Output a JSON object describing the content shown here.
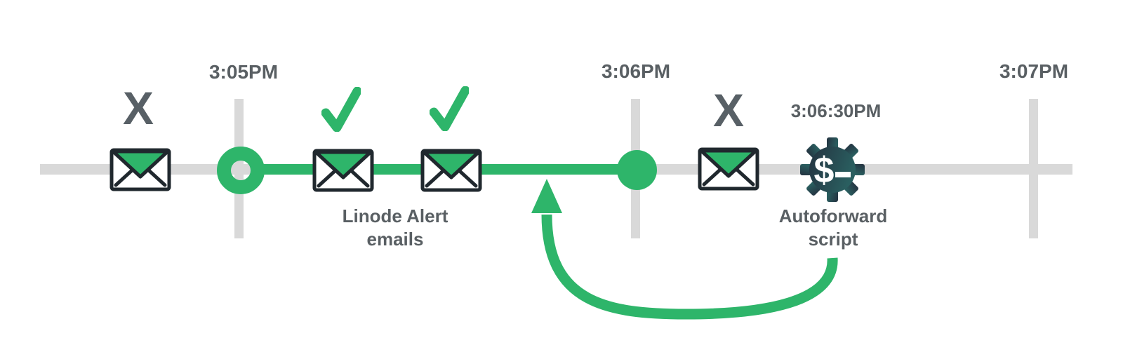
{
  "timeline": {
    "ticks": {
      "t305": "3:05PM",
      "t306": "3:06PM",
      "t307": "3:07PM"
    },
    "event_time": "3:06:30PM"
  },
  "markers": {
    "blocked_1": "X",
    "blocked_2": "X"
  },
  "labels": {
    "alert_emails": "Linode Alert\nemails",
    "autoforward_script": "Autoforward\nscript"
  },
  "gear": {
    "glyph": "$"
  },
  "icons": {
    "envelope": "envelope-icon",
    "check": "check-icon",
    "x_mark": "x-mark-icon",
    "gear": "gear-script-icon",
    "arrow": "curved-arrow-icon"
  },
  "colors": {
    "green": "#2eb56a",
    "line_gray": "#d9d9d9",
    "text_gray": "#595f63",
    "outline_dark": "#20282e",
    "gear_dark": "#243240",
    "gear_teal": "#2a5f60"
  }
}
